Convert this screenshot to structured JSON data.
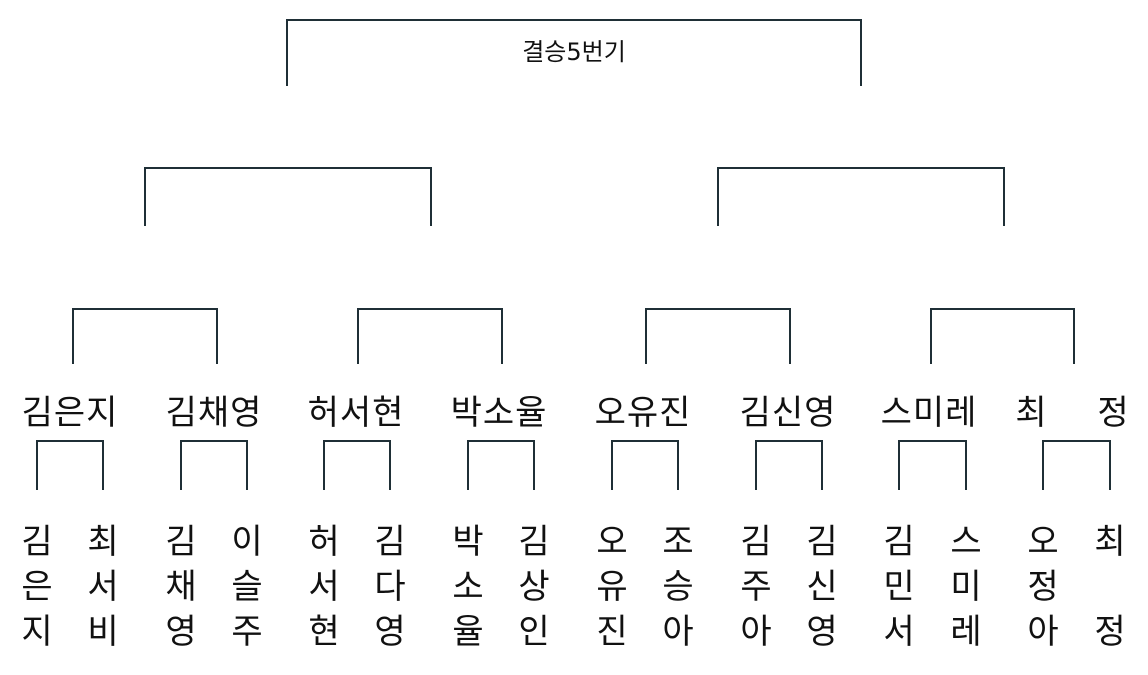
{
  "final_label": "결승5번기",
  "round_of_16": [
    "김은지",
    "김채영",
    "허서현",
    "박소율",
    "오유진",
    "김신영",
    "스미레",
    "최 정"
  ],
  "first_round": [
    [
      "김",
      "은",
      "지"
    ],
    [
      "최",
      "서",
      "비"
    ],
    [
      "김",
      "채",
      "영"
    ],
    [
      "이",
      "슬",
      "주"
    ],
    [
      "허",
      "서",
      "현"
    ],
    [
      "김",
      "다",
      "영"
    ],
    [
      "박",
      "소",
      "율"
    ],
    [
      "김",
      "상",
      "인"
    ],
    [
      "오",
      "유",
      "진"
    ],
    [
      "조",
      "승",
      "아"
    ],
    [
      "김",
      "주",
      "아"
    ],
    [
      "김",
      "신",
      "영"
    ],
    [
      "김",
      "민",
      "서"
    ],
    [
      "스",
      "미",
      "레"
    ],
    [
      "오",
      "정",
      "아"
    ],
    [
      "최",
      "",
      "정"
    ]
  ],
  "colors": {
    "line": "#1f2f36",
    "text": "#111111",
    "background": "#ffffff"
  }
}
